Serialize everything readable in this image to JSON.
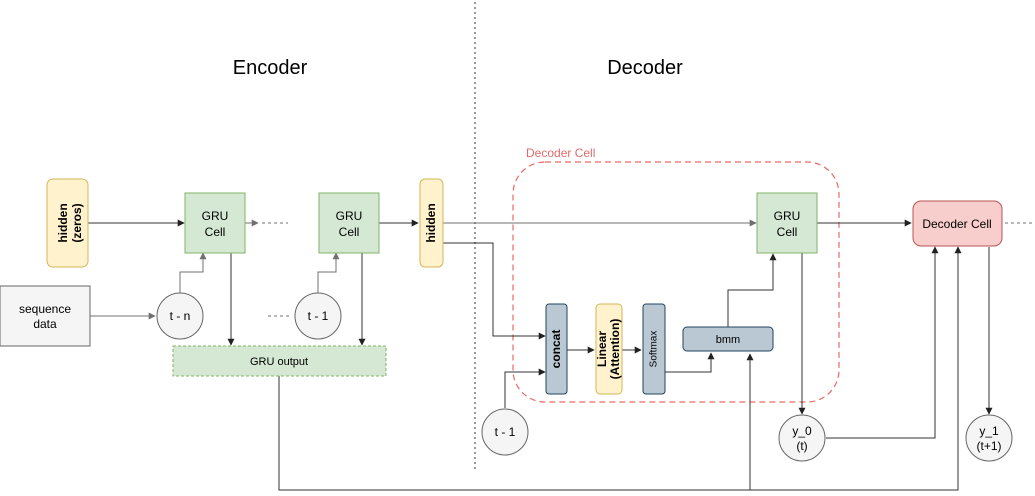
{
  "titles": {
    "encoder": "Encoder",
    "decoder": "Decoder"
  },
  "encoder": {
    "hidden_zeros": [
      "hidden",
      "(zeros)"
    ],
    "gru_cell_1": [
      "GRU",
      "Cell"
    ],
    "gru_cell_2": [
      "GRU",
      "Cell"
    ],
    "hidden": "hidden",
    "sequence_data": [
      "sequence",
      "data"
    ],
    "t_n": "t - n",
    "t_1": "t - 1",
    "gru_output": "GRU output"
  },
  "decoder": {
    "group_label": "Decoder Cell",
    "gru_cell": [
      "GRU",
      "Cell"
    ],
    "concat": "concat",
    "linear": [
      "Linear",
      "(Attention)"
    ],
    "softmax": "Softmax",
    "bmm": "bmm",
    "t_1": "t - 1",
    "y0": [
      "y_0",
      "(t)"
    ],
    "y1": [
      "y_1",
      "(t+1)"
    ],
    "decoder_cell_2": "Decoder Cell"
  },
  "colors": {
    "yellow_fill": "#fff2cc",
    "yellow_stroke": "#d6b656",
    "green_fill": "#d5e8d4",
    "green_stroke": "#82b366",
    "gray_fill": "#f5f5f5",
    "gray_stroke": "#666666",
    "slate_fill": "#bac8d3",
    "slate_stroke": "#23445d",
    "red_fill": "#f8cecc",
    "red_stroke": "#b85450",
    "group_dash": "#ea6b66"
  }
}
